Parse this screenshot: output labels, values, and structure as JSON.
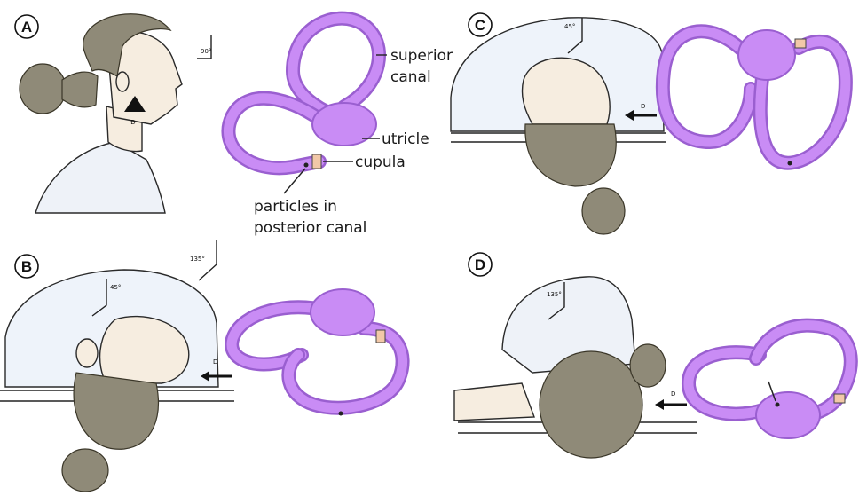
{
  "panels": {
    "a": {
      "letter": "A",
      "angle": "90°",
      "arrow_label": "D"
    },
    "b": {
      "letter": "B",
      "angle_top": "135°",
      "angle_head": "45°",
      "arrow_label": "D"
    },
    "c": {
      "letter": "C",
      "angle_head": "45°",
      "arrow_label": "D"
    },
    "d": {
      "letter": "D",
      "angle_head": "135°",
      "arrow_label": "D"
    }
  },
  "labels": {
    "superior_canal": [
      "superior",
      "canal"
    ],
    "utricle": "utricle",
    "cupula": "cupula",
    "particles": [
      "particles in",
      "posterior canal"
    ]
  },
  "colors": {
    "canal": "#c98cf5",
    "canal_outline": "#9a5fd0",
    "hair": "#8f8a78",
    "skin": "#f6ede0"
  }
}
